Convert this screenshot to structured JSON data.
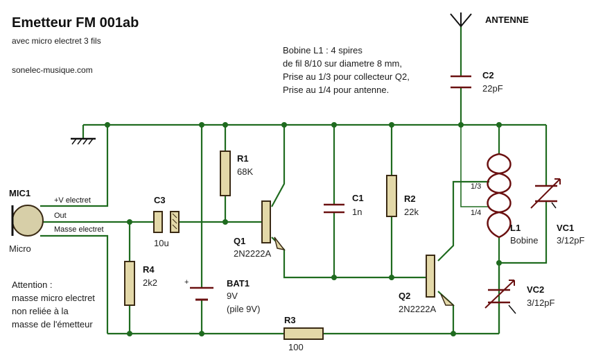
{
  "header": {
    "title": "Emetteur FM 001ab",
    "subtitle": "avec micro electret 3 fils",
    "website": "sonelec-musique.com"
  },
  "coil_note": [
    "Bobine L1 : 4 spires",
    "de fil 8/10 sur diametre 8 mm,",
    "Prise au 1/3 pour collecteur Q2,",
    "Prise au 1/4 pour antenne."
  ],
  "warning": [
    "Attention :",
    "masse micro electret",
    "non reliée à la",
    "masse de l'émetteur"
  ],
  "antenna_label": "ANTENNE",
  "mic": {
    "ref": "MIC1",
    "name": "Micro",
    "pins": [
      "+V electret",
      "Out",
      "Masse electret"
    ]
  },
  "components": {
    "C3": {
      "ref": "C3",
      "value": "10u"
    },
    "R1": {
      "ref": "R1",
      "value": "68K"
    },
    "Q1": {
      "ref": "Q1",
      "value": "2N2222A"
    },
    "C1": {
      "ref": "C1",
      "value": "1n"
    },
    "R2": {
      "ref": "R2",
      "value": "22k"
    },
    "C2": {
      "ref": "C2",
      "value": "22pF"
    },
    "L1": {
      "ref": "L1",
      "value": "Bobine"
    },
    "VC1": {
      "ref": "VC1",
      "value": "3/12pF"
    },
    "R4": {
      "ref": "R4",
      "value": "2k2"
    },
    "BAT1": {
      "ref": "BAT1",
      "value": "9V",
      "note": "(pile 9V)"
    },
    "Q2": {
      "ref": "Q2",
      "value": "2N2222A"
    },
    "VC2": {
      "ref": "VC2",
      "value": "3/12pF"
    },
    "R3": {
      "ref": "R3",
      "value": "100"
    }
  },
  "coil_taps": [
    "1/3",
    "1/4"
  ],
  "battery_polarity": "+"
}
